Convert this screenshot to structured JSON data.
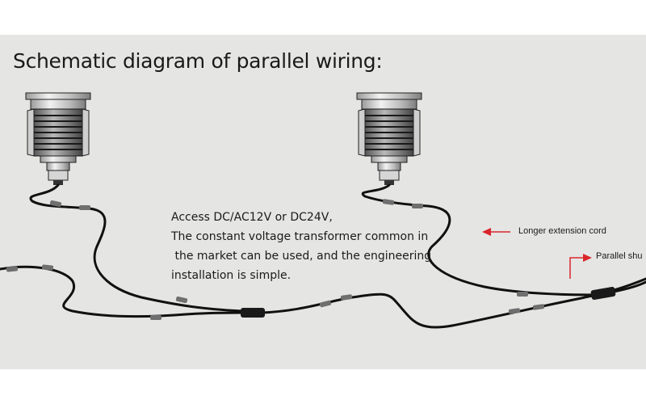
{
  "title": "Schematic diagram of parallel wiring:",
  "note_lines": [
    "Access DC/AC12V or DC24V,",
    "The constant voltage transformer common in",
    " the market can be used, and the engineering",
    "installation is simple."
  ],
  "callouts": {
    "extension_cord": "Longer extension cord",
    "parallel_shunt": "Parallel shu"
  },
  "colors": {
    "background": "#e5e5e4",
    "wire": "#111111",
    "arrow": "#d9262c",
    "text": "#1a1a1a"
  }
}
